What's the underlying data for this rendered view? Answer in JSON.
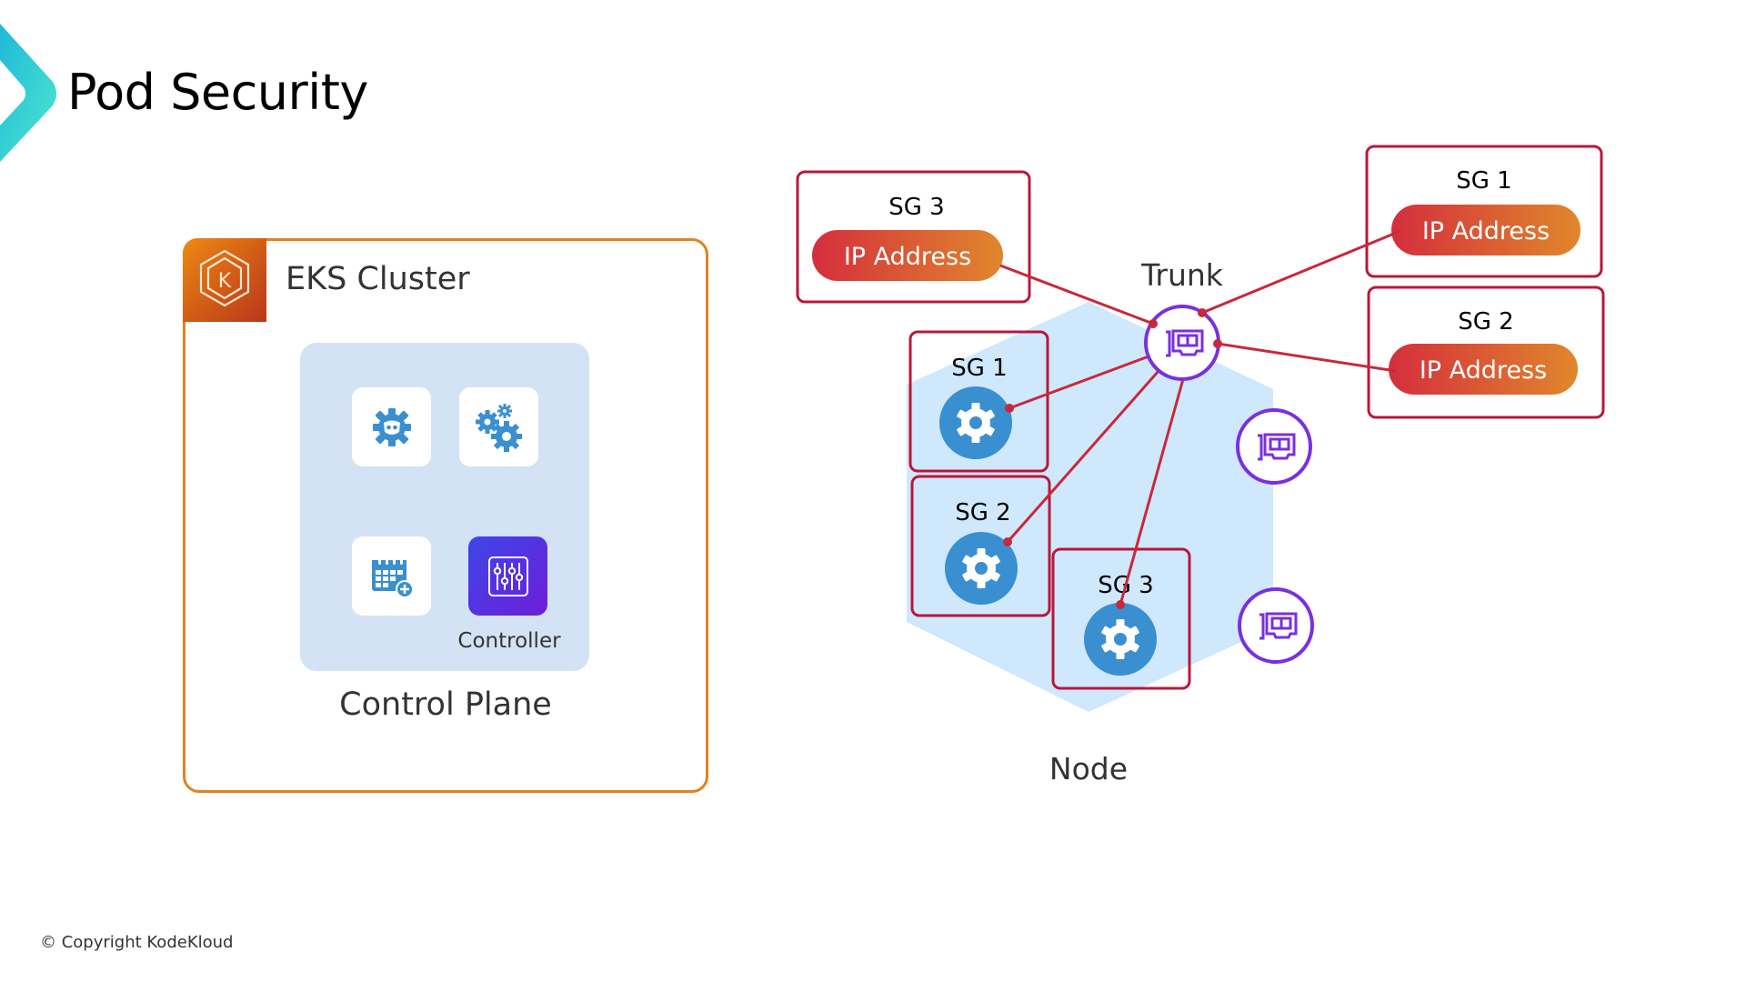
{
  "slide": {
    "title": "Pod Security",
    "copyright": "© Copyright KodeKloud"
  },
  "eks_cluster": {
    "label": "EKS Cluster",
    "icon": "eks-k-hexagon-icon",
    "control_plane": {
      "label": "Control Plane",
      "components": [
        {
          "icon": "etcd-gear-icon",
          "label": ""
        },
        {
          "icon": "controller-manager-gears-icon",
          "label": ""
        },
        {
          "icon": "scheduler-calendar-icon",
          "label": ""
        },
        {
          "icon": "controller-sliders-icon",
          "label": "Controller"
        }
      ]
    }
  },
  "node": {
    "label": "Node",
    "trunk_label": "Trunk",
    "pods": [
      {
        "sg": "SG 1",
        "icon": "pod-gear-icon"
      },
      {
        "sg": "SG 2",
        "icon": "pod-gear-icon"
      },
      {
        "sg": "SG 3",
        "icon": "pod-gear-icon"
      }
    ],
    "enis": [
      {
        "role": "trunk",
        "icon": "network-card-icon"
      },
      {
        "role": "eni",
        "icon": "network-card-icon"
      },
      {
        "role": "eni",
        "icon": "network-card-icon"
      }
    ]
  },
  "branch_enis": [
    {
      "sg": "SG 3",
      "ip_label": "IP Address"
    },
    {
      "sg": "SG 1",
      "ip_label": "IP Address"
    },
    {
      "sg": "SG 2",
      "ip_label": "IP Address"
    }
  ],
  "colors": {
    "eks_border": "#e0821e",
    "sg_border": "#b8173c",
    "connector": "#c8283c",
    "eni_purple": "#7a2fe0",
    "pod_blue": "#3a8fd0",
    "node_hex": "#cfe8fb",
    "ip_pill_start": "#d42e3c",
    "ip_pill_end": "#e0872c",
    "brand_teal_start": "#1fb8d8",
    "brand_teal_end": "#4de8d0"
  }
}
